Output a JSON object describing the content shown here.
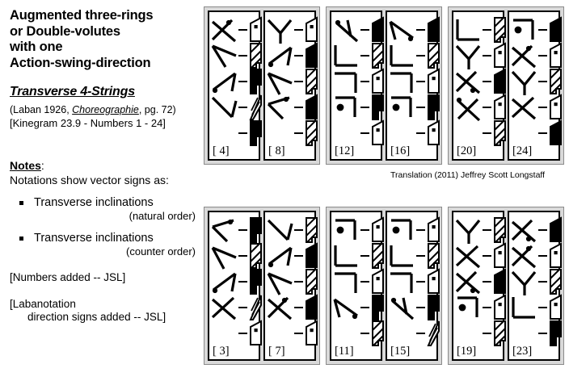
{
  "document": {
    "title_lines": [
      "Augmented three-rings",
      "or Double-volutes",
      "with one",
      "Action-swing-direction"
    ],
    "subtitle": "Transverse 4-Strings",
    "citation_prefix": "(Laban 1926, ",
    "citation_italic": "Choreographie",
    "citation_suffix": ",  pg. 72)",
    "kinegram": "[Kinegram 23.9 - Numbers 1 - 24]",
    "notes_heading": "Notes",
    "notes_heading_colon": ":",
    "notes_subheading": "Notations show vector signs as:",
    "bullets": [
      {
        "main": "Transverse inclinations",
        "sub": "(natural order)"
      },
      {
        "main": "Transverse inclinations",
        "sub": "(counter order)"
      }
    ],
    "tail_notes": [
      {
        "line1": "[Numbers added -- JSL]",
        "line2": ""
      },
      {
        "line1": "[Labanotation",
        "line2": "direction signs added -- JSL]"
      }
    ],
    "credit": "Translation (2011) Jeffrey Scott Longstaff"
  },
  "colors": {
    "page_background": "#ffffff",
    "group_frame": "#d9d9d9",
    "group_border": "#8a8a8a",
    "panel_border": "#000000",
    "ink": "#000000"
  },
  "notation": {
    "legend": {
      "vector_types": [
        "x-cross",
        "v-open",
        "arrow-angle",
        "l-corner",
        "y-fork"
      ],
      "lab_shades": [
        "white",
        "black",
        "hatched",
        "half"
      ]
    },
    "groups": [
      {
        "id": "group-top-left",
        "row": "top",
        "panels": [
          {
            "number": "[ 4]",
            "signs": [
              {
                "vec": "x-cross-dot-top",
                "lab": "white-dot"
              },
              {
                "vec": "v-open-right",
                "lab": "hatched"
              },
              {
                "vec": "arrow-dot-left",
                "lab": "black-step"
              },
              {
                "vec": "v-narrow-down",
                "lab": "hatched-thin"
              },
              {
                "vec": "",
                "lab": "black-step"
              }
            ]
          },
          {
            "number": "[ 8]",
            "signs": [
              {
                "vec": "y-fork",
                "lab": "white-dot"
              },
              {
                "vec": "arrow-dot-left",
                "lab": "black-solid"
              },
              {
                "vec": "v-open-up",
                "lab": "hatched"
              },
              {
                "vec": "v-dot-top",
                "lab": "black-solid"
              },
              {
                "vec": "",
                "lab": "hatched"
              }
            ]
          }
        ]
      },
      {
        "id": "group-top-mid",
        "row": "top",
        "panels": [
          {
            "number": "[12]",
            "signs": [
              {
                "vec": "slash-dot",
                "lab": "black-solid"
              },
              {
                "vec": "l-corner-down",
                "lab": "hatched"
              },
              {
                "vec": "l-corner-up",
                "lab": "white-dot"
              },
              {
                "vec": "l-corner-dot",
                "lab": "black-step"
              },
              {
                "vec": "",
                "lab": "white-dot"
              }
            ]
          },
          {
            "number": "[16]",
            "signs": [
              {
                "vec": "arrow-dot-right",
                "lab": "black-solid"
              },
              {
                "vec": "l-corner-down",
                "lab": "hatched"
              },
              {
                "vec": "l-corner-up",
                "lab": "white-dot"
              },
              {
                "vec": "l-corner-dot",
                "lab": "black-step"
              },
              {
                "vec": "",
                "lab": "white-dot"
              }
            ]
          }
        ]
      },
      {
        "id": "group-top-right",
        "row": "top",
        "panels": [
          {
            "number": "[20]",
            "signs": [
              {
                "vec": "l-corner-down",
                "lab": "hatched"
              },
              {
                "vec": "y-fork",
                "lab": "white-dot"
              },
              {
                "vec": "x-cross-dot-bottom",
                "lab": "black-solid"
              },
              {
                "vec": "x-cross-dot-left",
                "lab": "white-dot"
              },
              {
                "vec": "",
                "lab": "hatched"
              }
            ]
          },
          {
            "number": "[24]",
            "signs": [
              {
                "vec": "l-corner-dot",
                "lab": "black-solid"
              },
              {
                "vec": "x-cross-dot-top",
                "lab": "white-dot"
              },
              {
                "vec": "y-fork",
                "lab": "hatched"
              },
              {
                "vec": "x-cross",
                "lab": "white-dot"
              },
              {
                "vec": "",
                "lab": "black-solid"
              }
            ]
          }
        ]
      },
      {
        "id": "group-bottom-left",
        "row": "bottom",
        "panels": [
          {
            "number": "[ 3]",
            "signs": [
              {
                "vec": "v-dot-top",
                "lab": "black-step"
              },
              {
                "vec": "v-open-up",
                "lab": "hatched"
              },
              {
                "vec": "arrow-dot-left",
                "lab": "black-step"
              },
              {
                "vec": "x-cross",
                "lab": "hatched-thin"
              },
              {
                "vec": "",
                "lab": "white-dot"
              }
            ]
          },
          {
            "number": "[ 7]",
            "signs": [
              {
                "vec": "v-narrow-down",
                "lab": "hatched"
              },
              {
                "vec": "arrow-dot-left",
                "lab": "black-solid"
              },
              {
                "vec": "v-open-up",
                "lab": "hatched"
              },
              {
                "vec": "x-cross-dot-top",
                "lab": "black-solid"
              },
              {
                "vec": "",
                "lab": "white-dot"
              }
            ]
          }
        ]
      },
      {
        "id": "group-bottom-mid",
        "row": "bottom",
        "panels": [
          {
            "number": "[11]",
            "signs": [
              {
                "vec": "l-corner-dot",
                "lab": "white-dot"
              },
              {
                "vec": "l-corner-down",
                "lab": "hatched"
              },
              {
                "vec": "l-corner-up",
                "lab": "white-dot"
              },
              {
                "vec": "arrow-dot-right",
                "lab": "black-step"
              },
              {
                "vec": "",
                "lab": "hatched"
              }
            ]
          },
          {
            "number": "[15]",
            "signs": [
              {
                "vec": "l-corner-dot",
                "lab": "white-dot"
              },
              {
                "vec": "l-corner-down",
                "lab": "hatched"
              },
              {
                "vec": "l-corner-up",
                "lab": "white-dot"
              },
              {
                "vec": "slash-dot",
                "lab": "black-step"
              },
              {
                "vec": "",
                "lab": "hatched-thin"
              }
            ]
          }
        ]
      },
      {
        "id": "group-bottom-right",
        "row": "bottom",
        "panels": [
          {
            "number": "[19]",
            "signs": [
              {
                "vec": "y-fork",
                "lab": "hatched"
              },
              {
                "vec": "x-cross",
                "lab": "white-dot"
              },
              {
                "vec": "x-cross-dot-bottom",
                "lab": "black-solid"
              },
              {
                "vec": "l-corner-dot",
                "lab": "white-dot"
              },
              {
                "vec": "",
                "lab": "hatched"
              }
            ]
          },
          {
            "number": "[23]",
            "signs": [
              {
                "vec": "x-cross-dot-bottom",
                "lab": "black-solid"
              },
              {
                "vec": "x-cross-dot-top",
                "lab": "white-dot"
              },
              {
                "vec": "y-fork",
                "lab": "hatched"
              },
              {
                "vec": "l-corner-down",
                "lab": "white-dot"
              },
              {
                "vec": "",
                "lab": "black-step"
              }
            ]
          }
        ]
      }
    ]
  }
}
